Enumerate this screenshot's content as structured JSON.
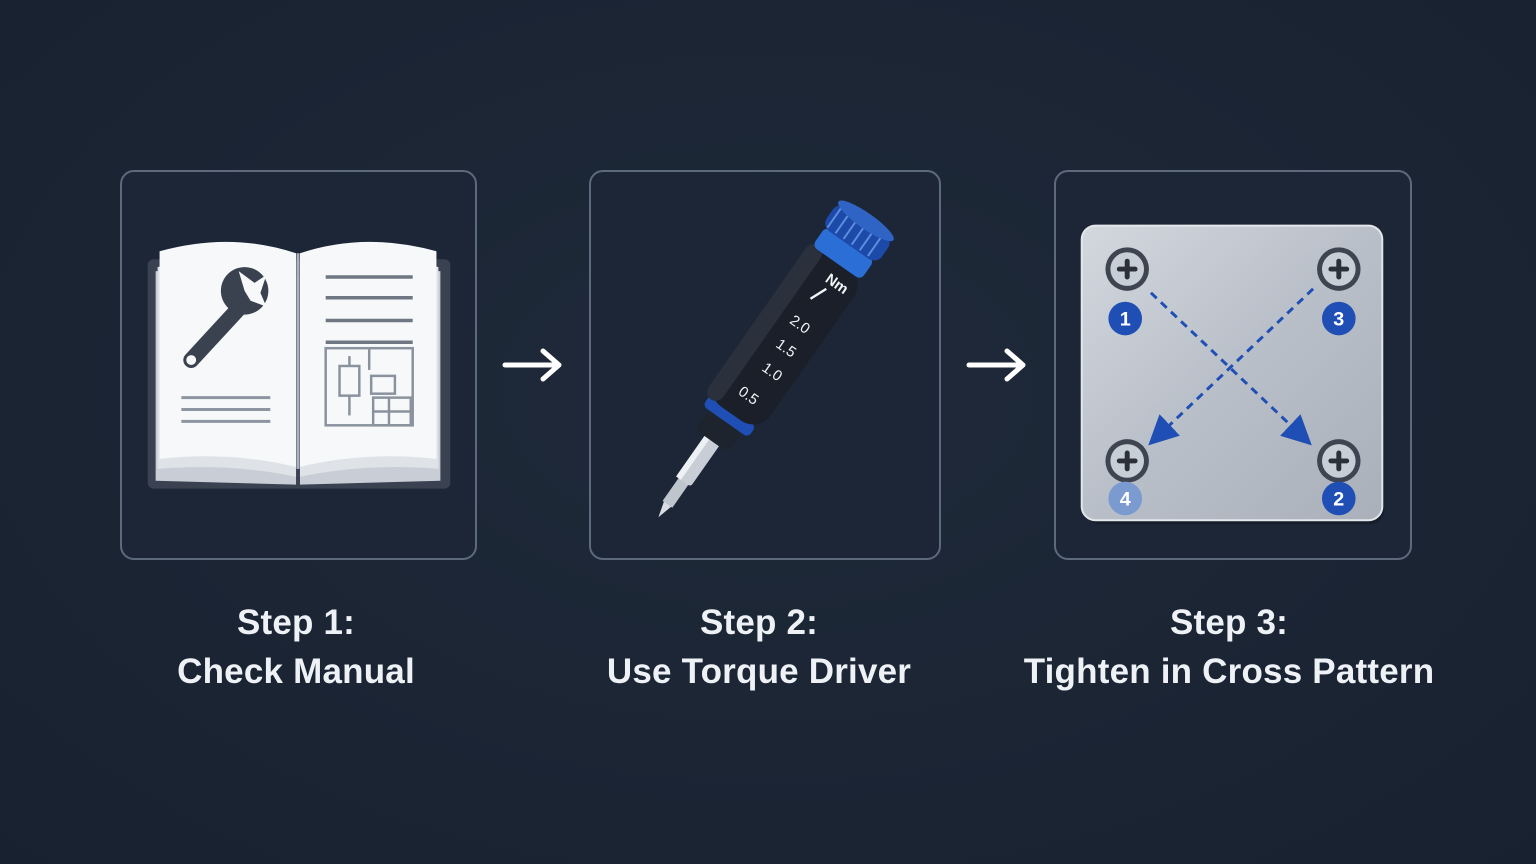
{
  "steps": [
    {
      "step_label": "Step 1:",
      "title": "Check Manual",
      "icon": "manual-book-icon"
    },
    {
      "step_label": "Step 2:",
      "title": "Use Torque Driver",
      "icon": "torque-screwdriver-icon",
      "unit": "Nm",
      "scale": [
        "2.0",
        "1.5",
        "1.0",
        "0.5"
      ]
    },
    {
      "step_label": "Step 3:",
      "title": "Tighten in Cross Pattern",
      "icon": "cross-pattern-plate-icon",
      "screw_order": [
        "1",
        "3",
        "4",
        "2"
      ]
    }
  ],
  "connector_icon": "right-arrow-icon",
  "colors": {
    "background": "#1b2534",
    "panel_border": "#5d6a7c",
    "accent_blue": "#1f4fb5",
    "text": "#eef1f5"
  }
}
